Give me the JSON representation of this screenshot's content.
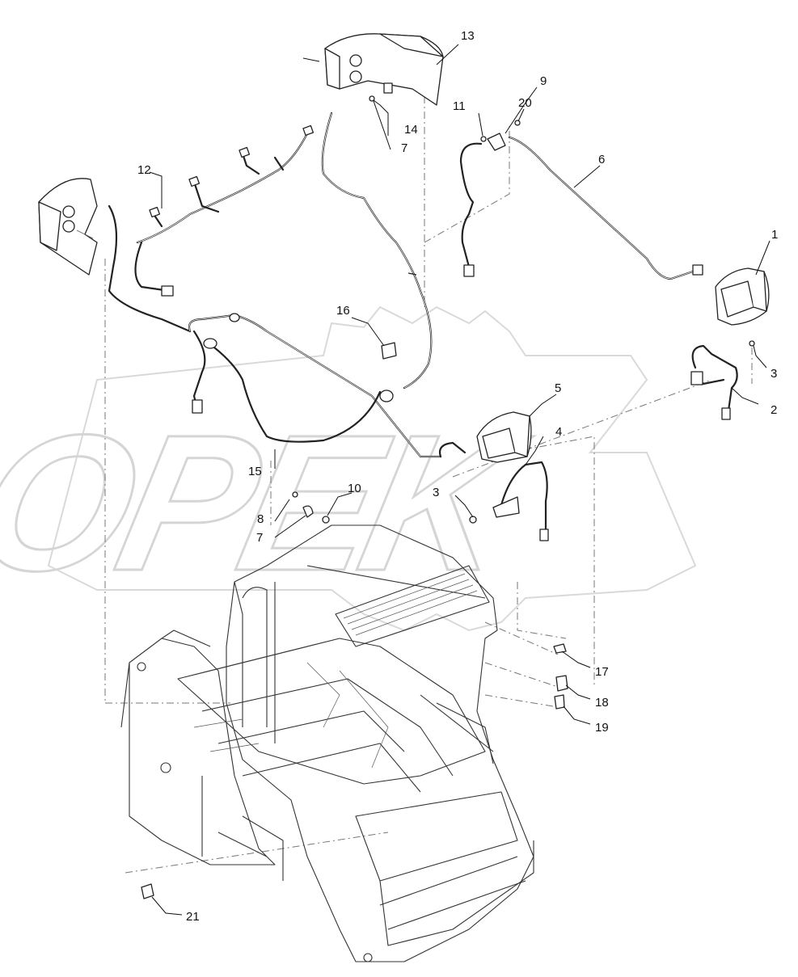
{
  "watermark": {
    "text": "OPEK",
    "color": "#e6e6e6"
  },
  "colors": {
    "line": "#222222",
    "leader": "#111111",
    "dash": "#777777"
  },
  "callouts": [
    {
      "id": "c1",
      "label": "1"
    },
    {
      "id": "c2",
      "label": "2"
    },
    {
      "id": "c3a",
      "label": "3"
    },
    {
      "id": "c3b",
      "label": "3"
    },
    {
      "id": "c4",
      "label": "4"
    },
    {
      "id": "c5",
      "label": "5"
    },
    {
      "id": "c6",
      "label": "6"
    },
    {
      "id": "c7a",
      "label": "7"
    },
    {
      "id": "c7b",
      "label": "7"
    },
    {
      "id": "c8",
      "label": "8"
    },
    {
      "id": "c9",
      "label": "9"
    },
    {
      "id": "c10",
      "label": "10"
    },
    {
      "id": "c11",
      "label": "11"
    },
    {
      "id": "c12",
      "label": "12"
    },
    {
      "id": "c13",
      "label": "13"
    },
    {
      "id": "c14",
      "label": "14"
    },
    {
      "id": "c15",
      "label": "15"
    },
    {
      "id": "c16",
      "label": "16"
    },
    {
      "id": "c17",
      "label": "17"
    },
    {
      "id": "c18",
      "label": "18"
    },
    {
      "id": "c19",
      "label": "19"
    },
    {
      "id": "c20",
      "label": "20"
    },
    {
      "id": "c21",
      "label": "21"
    }
  ]
}
